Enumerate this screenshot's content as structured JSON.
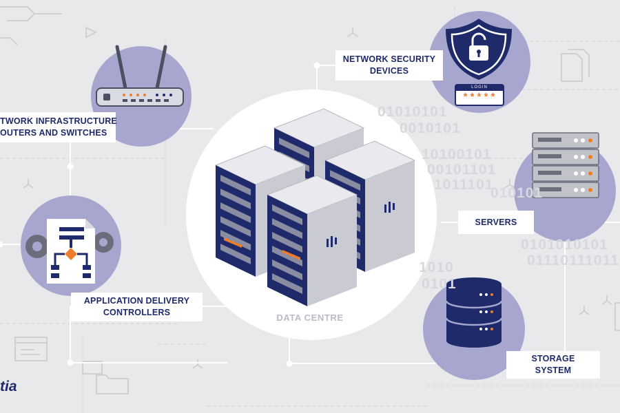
{
  "diagram": {
    "center_label": "DATA CENTRE",
    "nodes": [
      {
        "id": "network-infrastructure",
        "lines": [
          "TWORK INFRASTRUCTURE",
          "OUTERS AND SWITCHES"
        ]
      },
      {
        "id": "network-security",
        "lines": [
          "NETWORK SECURITY",
          "DEVICES"
        ]
      },
      {
        "id": "servers",
        "lines": [
          "SERVERS"
        ]
      },
      {
        "id": "application-delivery",
        "lines": [
          "APPLICATION DELIVERY",
          "CONTROLLERS"
        ]
      },
      {
        "id": "storage",
        "lines": [
          "STORAGE",
          "SYSTEM"
        ]
      }
    ],
    "login_caption": "LOGIN",
    "password_mask": "*****",
    "binary": [
      "01010101",
      "0010101",
      "10100101",
      "00101101",
      "1011101",
      "010101",
      "0101010101",
      "01110111011",
      "1010",
      "0101"
    ],
    "logo_text": "tia"
  },
  "colors": {
    "navy": "#1f2a6b",
    "lavender": "#a7a6cf",
    "orange": "#ee7d2a",
    "background": "#e9e9eb",
    "line_gray": "#ffffff"
  },
  "icons": [
    "router-icon",
    "shield-lock-icon",
    "login-panel-icon",
    "server-rack-icon",
    "flowchart-document-icon",
    "gear-icon",
    "database-icon",
    "data-centre-servers-icon",
    "document-icon",
    "folder-icon"
  ]
}
